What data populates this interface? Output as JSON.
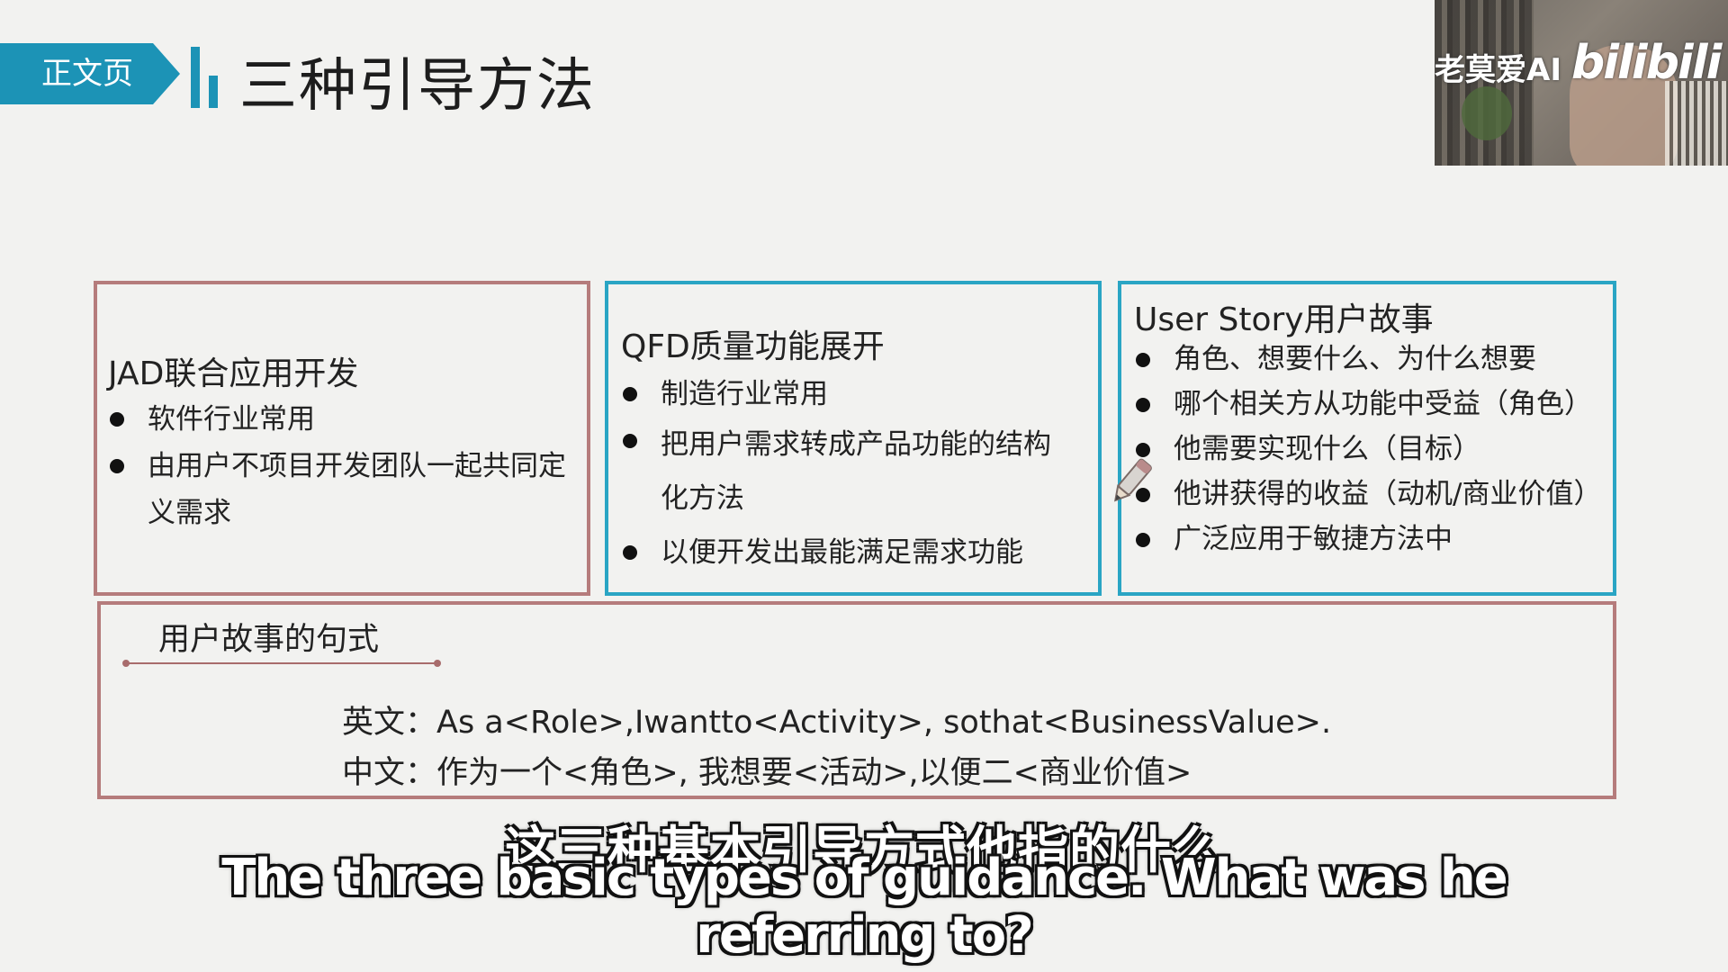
{
  "header": {
    "tag": "正文页",
    "title": "三种引导方法"
  },
  "webcam": {
    "name": "老莫爱AI",
    "logo": "bilibili"
  },
  "box_jad": {
    "title": "JAD联合应用开发",
    "items": [
      "软件行业常用",
      "由用户不项目开发团队一起共同定义需求"
    ]
  },
  "box_qfd": {
    "title": "QFD质量功能展开",
    "items": [
      "制造行业常用",
      "把用户需求转成产品功能的结构化方法",
      "以便开发出最能满足需求功能"
    ]
  },
  "box_story": {
    "title": "User Story用户故事",
    "items": [
      "角色、想要什么、为什么想要",
      "哪个相关方从功能中受益（角色）",
      "他需要实现什么（目标）",
      "他讲获得的收益（动机/商业价值）",
      "广泛应用于敏捷方法中"
    ]
  },
  "story_format": {
    "title": "用户故事的句式",
    "english": "英文：As a<Role>,Iwantto<Activity>, sothat<BusinessValue>.",
    "chinese": "中文：作为一个<角色>, 我想要<活动>,以便二<商业价值>"
  },
  "subtitles": {
    "chinese": "这三种基本引导方式他指的什么",
    "english": "The three basic types of guidance. What was he referring to?"
  },
  "colors": {
    "accent": "#1c93b6",
    "red_border": "#b57c7c",
    "blue_border": "#2aa5c4",
    "background": "#f2f2f0"
  },
  "icons": [
    "pencil-icon"
  ]
}
